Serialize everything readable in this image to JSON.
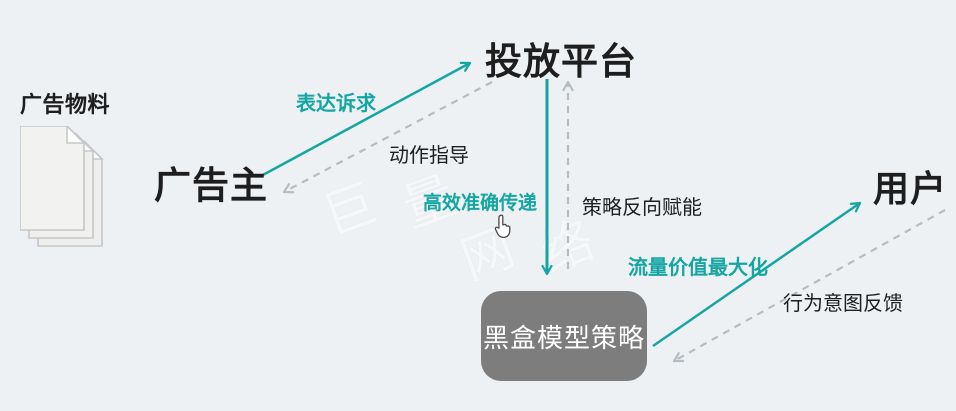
{
  "diagram": {
    "nodes": {
      "materials": {
        "label": "广告物料"
      },
      "advertiser": {
        "label": "广告主"
      },
      "platform": {
        "label": "投放平台"
      },
      "user": {
        "label": "用户"
      },
      "blackbox": {
        "label": "黑盒模型策略"
      }
    },
    "edges": {
      "express_demand": {
        "label": "表达诉求",
        "from": "广告主",
        "to": "投放平台",
        "style": "solid-teal"
      },
      "action_guidance": {
        "label": "动作指导",
        "from": "投放平台",
        "to": "广告主",
        "style": "dashed-gray"
      },
      "efficient_delivery": {
        "label": "高效准确传递",
        "from": "投放平台",
        "to": "黑盒模型策略",
        "style": "solid-teal"
      },
      "strategy_empowerment": {
        "label": "策略反向赋能",
        "from": "黑盒模型策略",
        "to": "投放平台",
        "style": "dashed-gray"
      },
      "traffic_value": {
        "label": "流量价值最大化",
        "from": "黑盒模型策略",
        "to": "用户",
        "style": "solid-teal"
      },
      "behavior_feedback": {
        "label": "行为意图反馈",
        "from": "用户",
        "to": "黑盒模型策略",
        "style": "dashed-gray"
      }
    },
    "watermark": {
      "chars": [
        "巨",
        "量",
        "网",
        "络"
      ]
    },
    "colors": {
      "background": "#edf1f4",
      "teal": "#15a5a2",
      "dashed_gray": "#b6bcbf",
      "box_gray": "#7d7d7d",
      "text_dark": "#1e1e1e",
      "box_text": "#ffffff"
    }
  }
}
